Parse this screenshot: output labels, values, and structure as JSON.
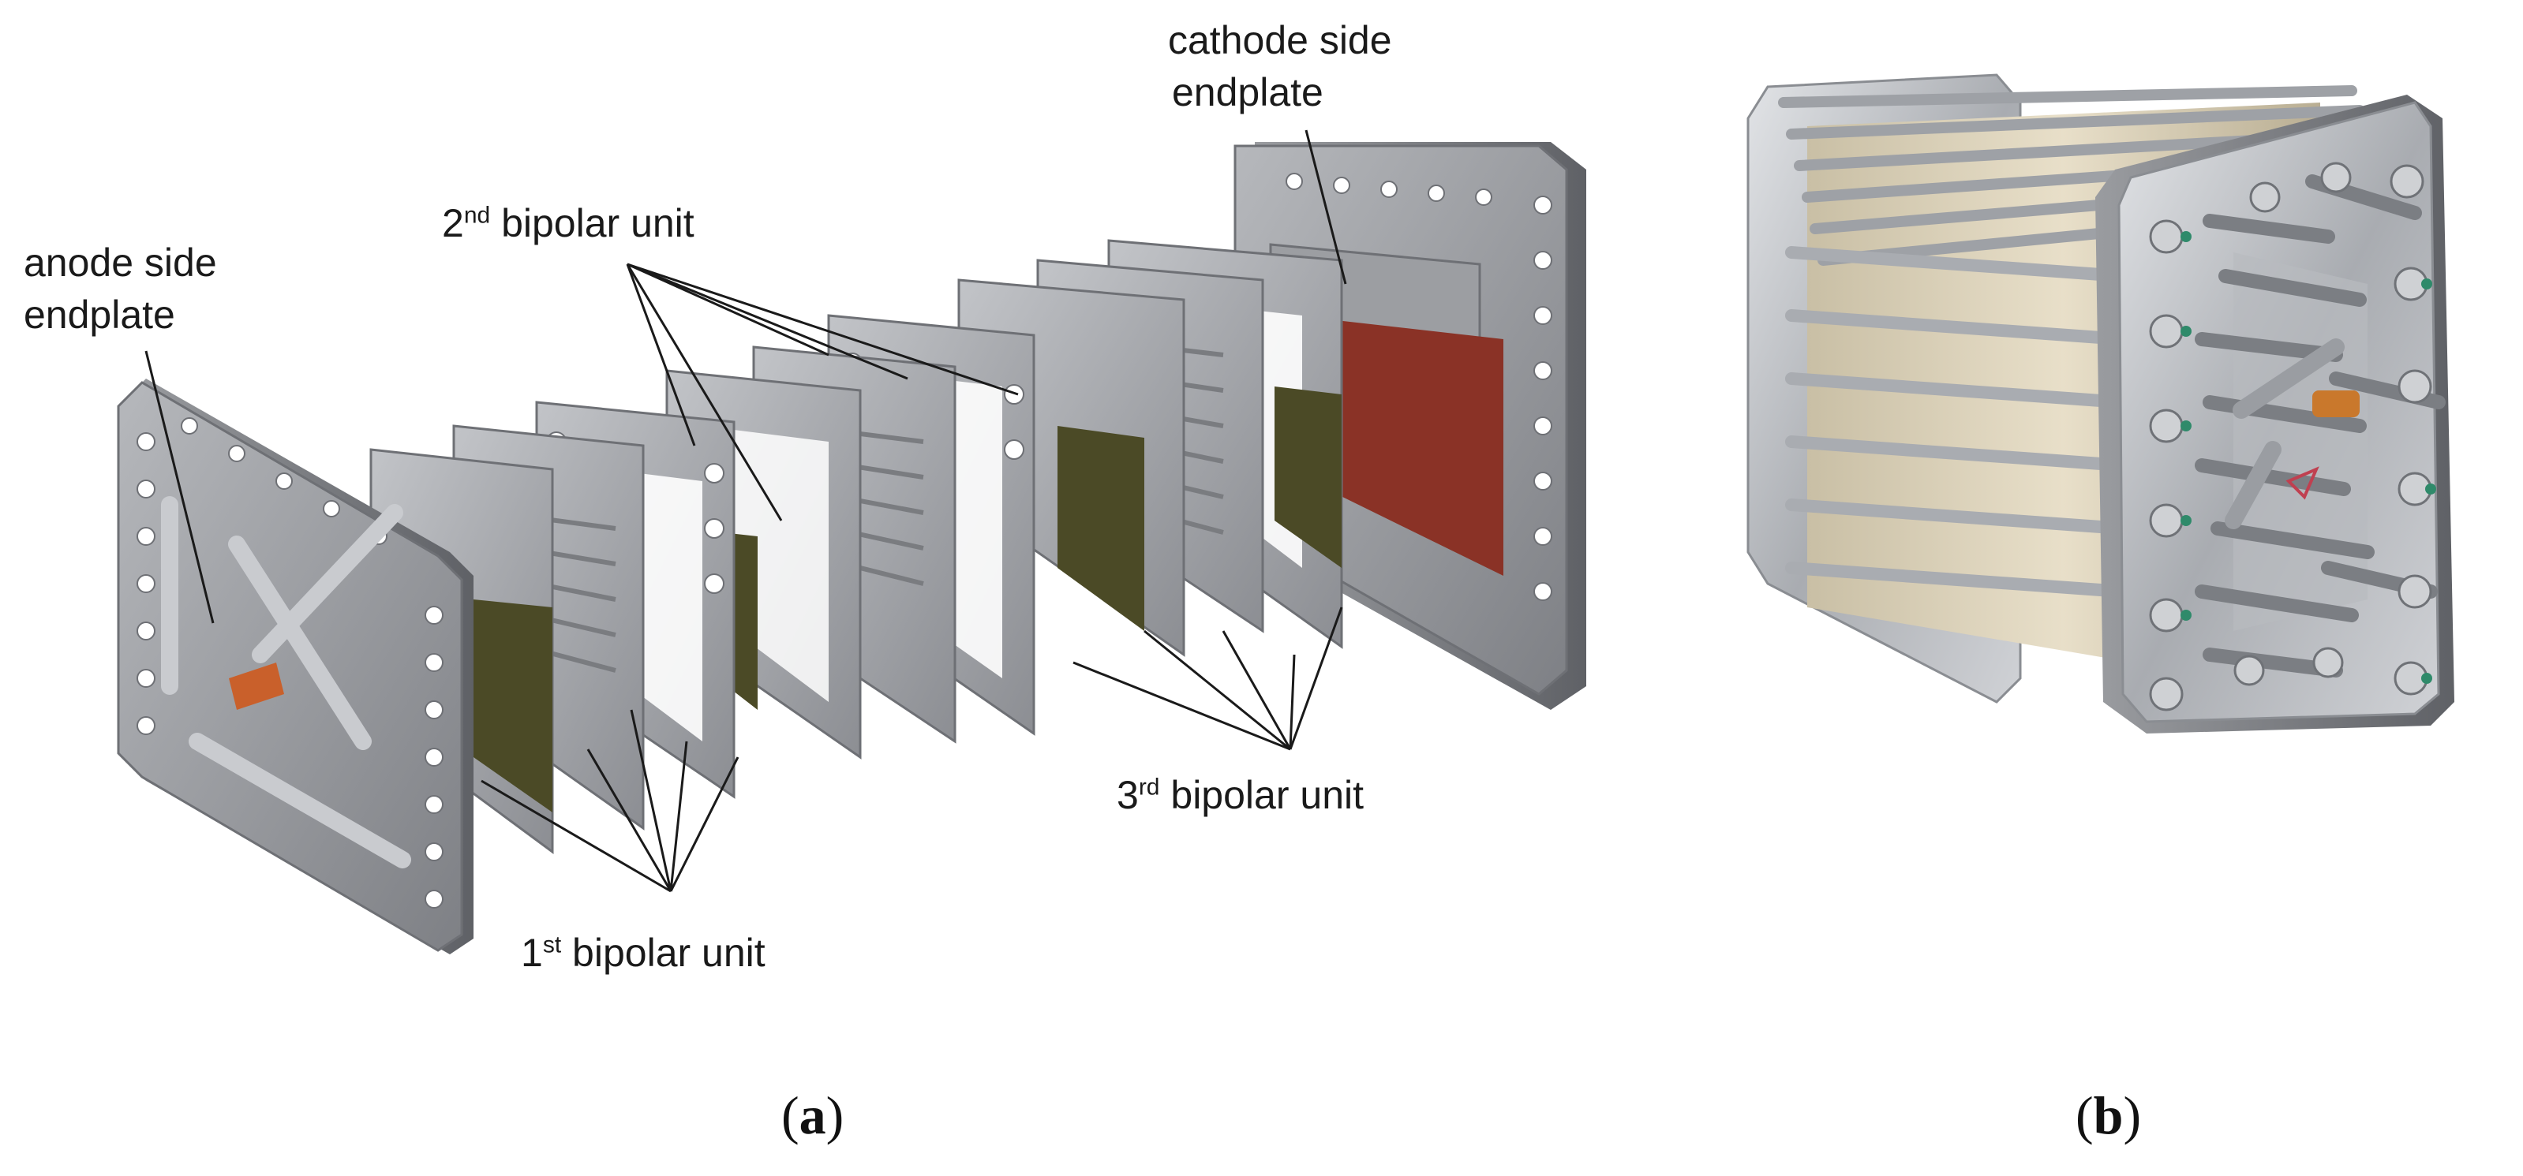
{
  "panel_a": {
    "labels": {
      "anode_line1": "anode side",
      "anode_line2": "endplate",
      "cathode_line1": "cathode side",
      "cathode_line2": "endplate",
      "unit2_ord": "2",
      "unit2_sup": "nd",
      "unit2_rest": " bipolar unit",
      "unit1_ord": "1",
      "unit1_sup": "st",
      "unit1_rest": " bipolar unit",
      "unit3_ord": "3",
      "unit3_sup": "rd",
      "unit3_rest": " bipolar unit"
    },
    "caption": "a"
  },
  "panel_b": {
    "caption": "b"
  },
  "colors": {
    "plate": "#8d8f93",
    "plate_light": "#b4b6ba",
    "frame": "#a3a5a9",
    "membrane": "#4b4a26",
    "cathode_face": "#8a3226",
    "copper": "#c9602b",
    "ceramic": "#d8cdb4"
  }
}
